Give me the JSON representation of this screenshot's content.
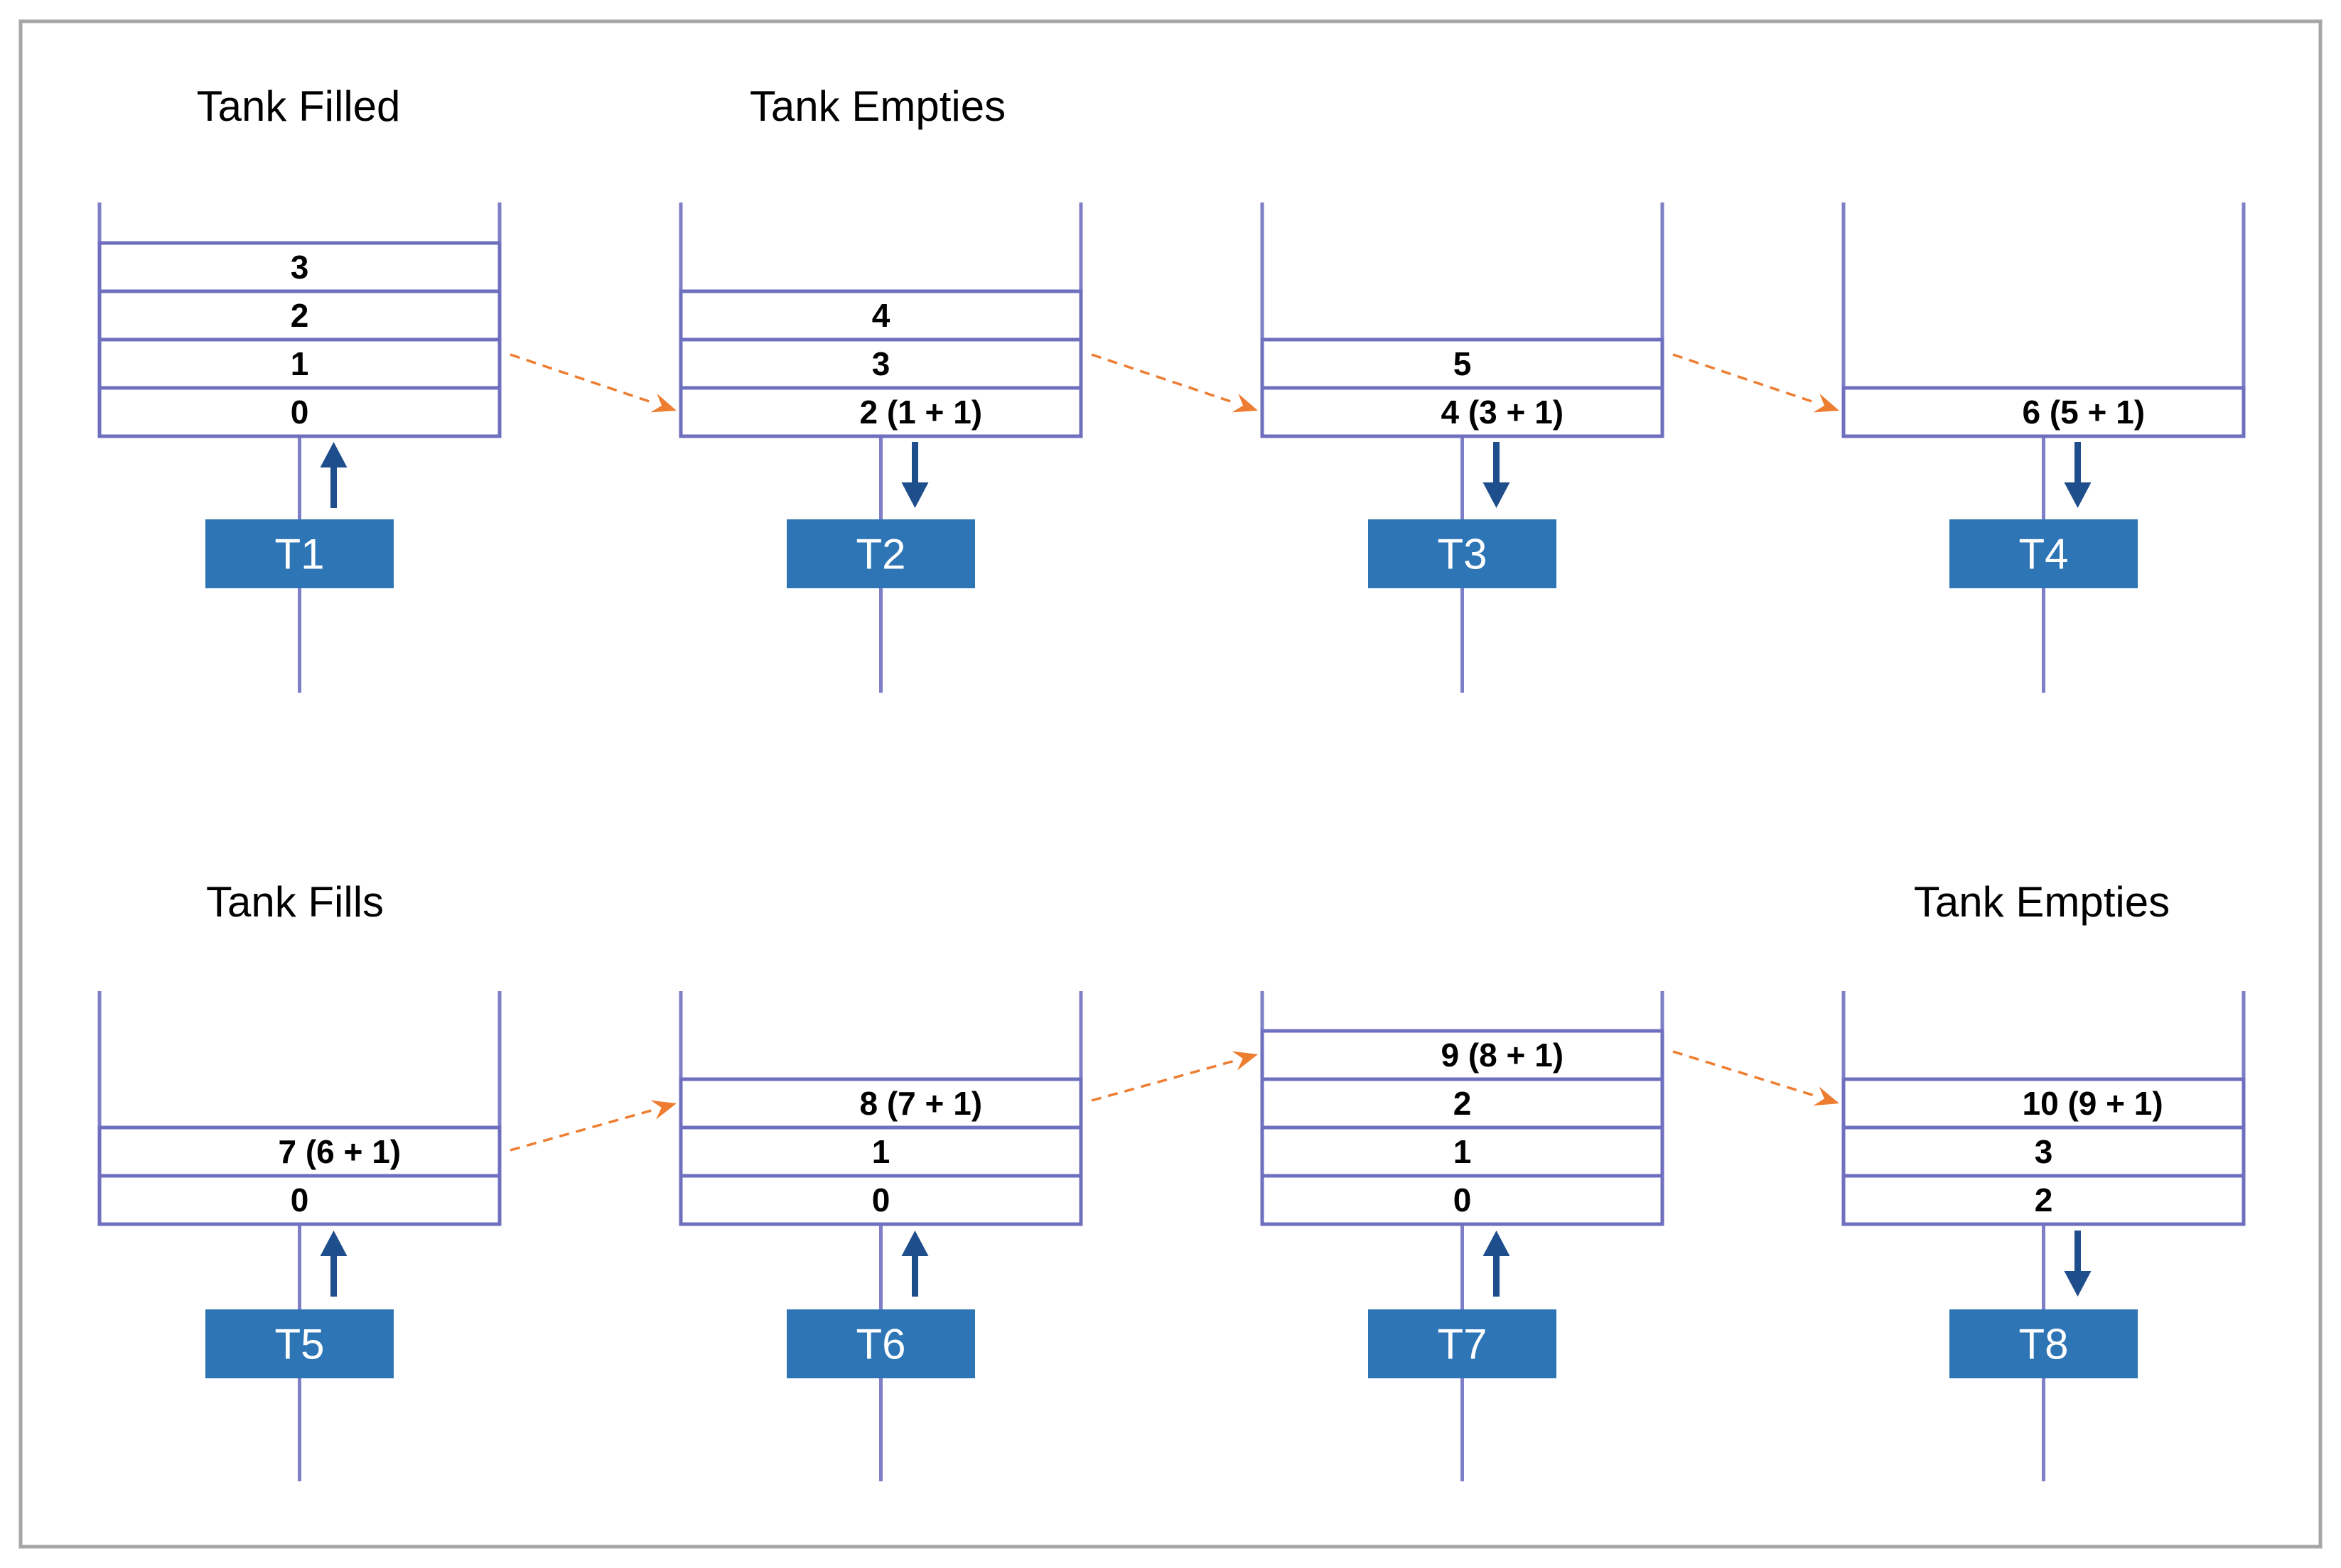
{
  "headings": [
    "Tank Filled",
    "Tank Empties",
    "Tank Fills",
    "Tank Empties"
  ],
  "tanks": [
    {
      "label": "T1",
      "direction": "up",
      "slots": [
        "3",
        "2",
        "1",
        "0"
      ]
    },
    {
      "label": "T2",
      "direction": "down",
      "slots": [
        "4",
        "3",
        "2 (1 + 1)"
      ]
    },
    {
      "label": "T3",
      "direction": "down",
      "slots": [
        "5",
        "4 (3 + 1)"
      ]
    },
    {
      "label": "T4",
      "direction": "down",
      "slots": [
        "6 (5 + 1)"
      ]
    },
    {
      "label": "T5",
      "direction": "up",
      "slots": [
        "7 (6 + 1)",
        "0"
      ]
    },
    {
      "label": "T6",
      "direction": "up",
      "slots": [
        "8 (7 + 1)",
        "1",
        "0"
      ]
    },
    {
      "label": "T7",
      "direction": "up",
      "slots": [
        "9 (8 + 1)",
        "2",
        "1",
        "0"
      ]
    },
    {
      "label": "T8",
      "direction": "down",
      "slots": [
        "10 (9 + 1)",
        "3",
        "2"
      ]
    }
  ],
  "colors": {
    "frame": "#a6a6a6",
    "tank_line": "#7f7fc8",
    "label_box": "#2e75b6",
    "flow_arrow": "#1f4e8c",
    "link_arrow": "#ed7d31"
  }
}
